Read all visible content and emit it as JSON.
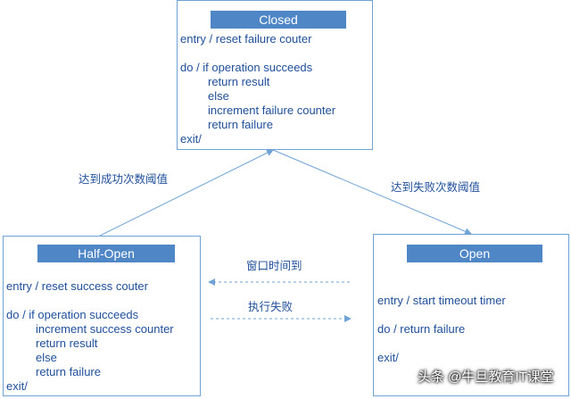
{
  "states": {
    "closed": {
      "title": "Closed",
      "lines": [
        "entry / reset failure couter",
        "do / if operation succeeds",
        "return result",
        "else",
        "increment failure counter",
        "return failure",
        "exit/"
      ]
    },
    "half_open": {
      "title": "Half-Open",
      "lines": [
        "entry / reset success couter",
        "do / if operation succeeds",
        "increment success counter",
        "return result",
        "else",
        "return failure",
        "exit/"
      ]
    },
    "open": {
      "title": "Open",
      "lines": [
        "entry / start timeout timer",
        "do / return failure",
        "exit/"
      ]
    }
  },
  "transitions": {
    "half_open_to_closed": "达到成功次数阈值",
    "closed_to_open": "达到失败次数阈值",
    "open_to_half_open": "窗口时间到",
    "half_open_to_open": "执行失败"
  },
  "watermark": "头条 @牛旦教育IT课堂",
  "colors": {
    "header": "#4f86c6",
    "border": "#6fa3d6",
    "text": "#1f4e9a"
  }
}
